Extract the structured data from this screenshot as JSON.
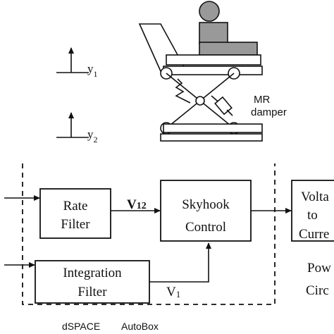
{
  "seat_figure": {
    "axis_y1": {
      "letter": "y",
      "subscript": "1"
    },
    "axis_y2": {
      "letter": "y",
      "subscript": "2"
    },
    "damper_label_line1": "MR",
    "damper_label_line2": "damper"
  },
  "block_diagram": {
    "rate_filter": {
      "line1": "Rate",
      "line2": "Filter"
    },
    "integration_filter": {
      "line1": "Integration",
      "line2": "Filter"
    },
    "skyhook_control": {
      "line1": "Skyhook",
      "line2": "Control"
    },
    "voltage_to_current": {
      "line1": "Volta",
      "line2": "to",
      "line3": "Curre"
    },
    "signal_v12": {
      "letter": "V",
      "subscript": "12"
    },
    "signal_v1": {
      "letter": "V",
      "subscript": "1"
    },
    "power_circuit": {
      "line1": "Pow",
      "line2": "Circ"
    },
    "dspace_label": "dSPACE",
    "autobox_label": "AutoBox"
  }
}
